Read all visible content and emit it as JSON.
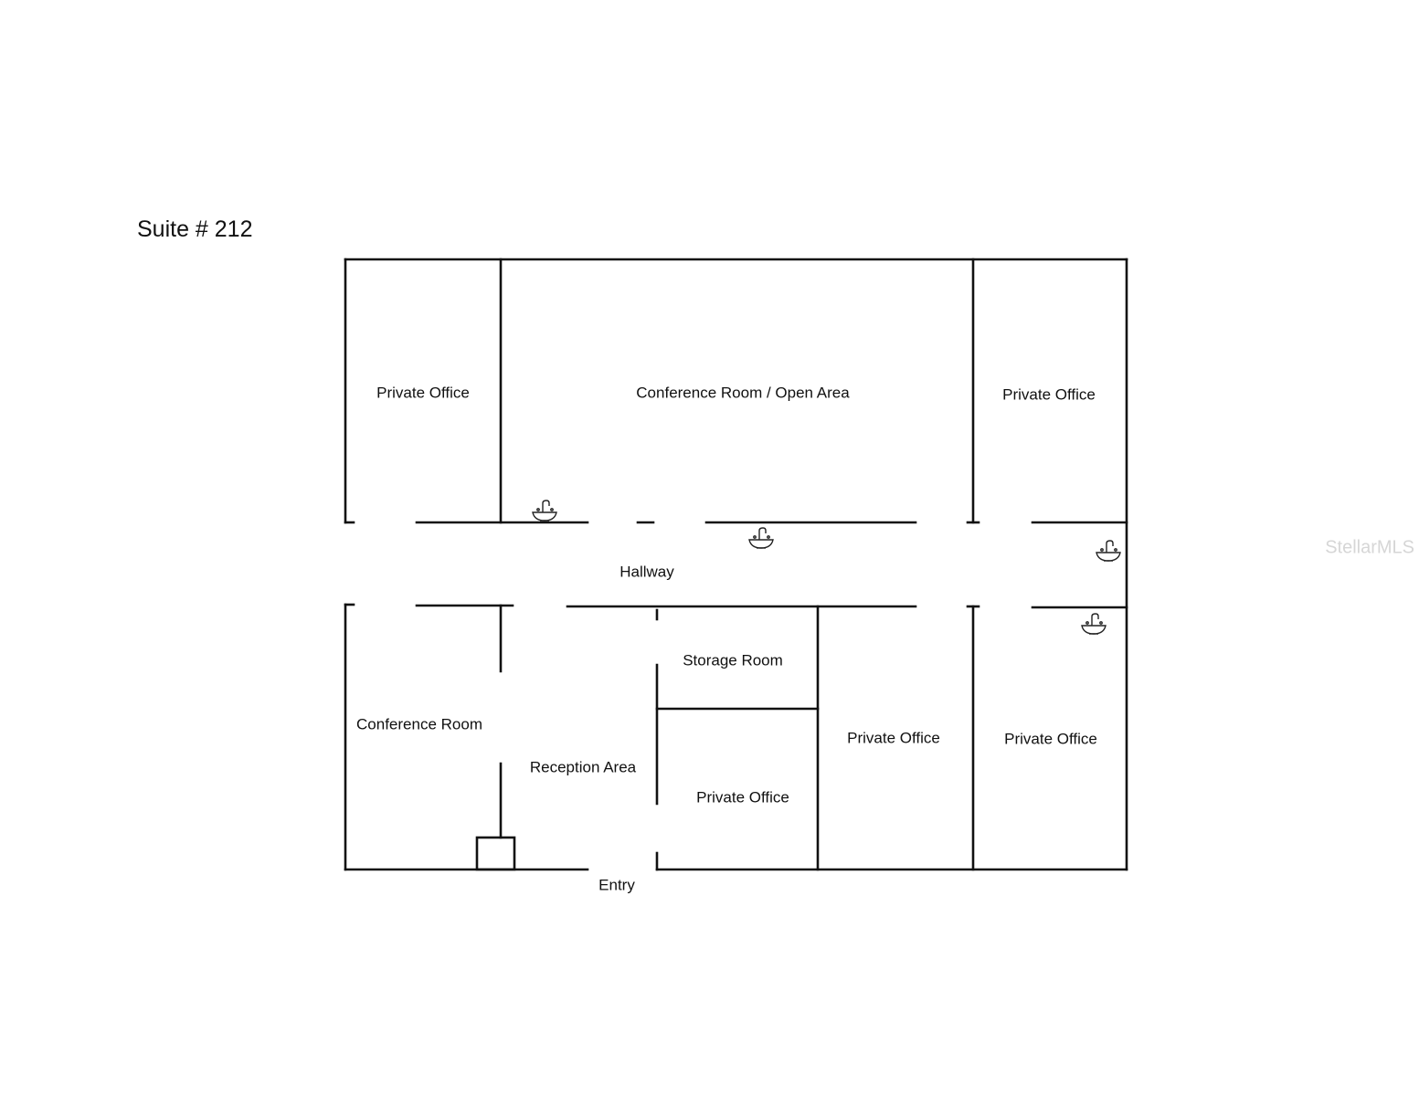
{
  "title": "Suite # 212",
  "watermark": "StellarMLS",
  "rooms": {
    "private_office_top_left": "Private Office",
    "conference_open_area": "Conference Room / Open Area",
    "private_office_top_right": "Private Office",
    "hallway": "Hallway",
    "storage_room": "Storage Room",
    "conference_room": "Conference Room",
    "reception_area": "Reception Area",
    "private_office_center": "Private Office",
    "private_office_mid_right": "Private Office",
    "private_office_bottom_right": "Private Office",
    "entry": "Entry"
  },
  "fixtures": [
    "sink-icon",
    "sink-icon",
    "sink-icon",
    "sink-icon"
  ]
}
